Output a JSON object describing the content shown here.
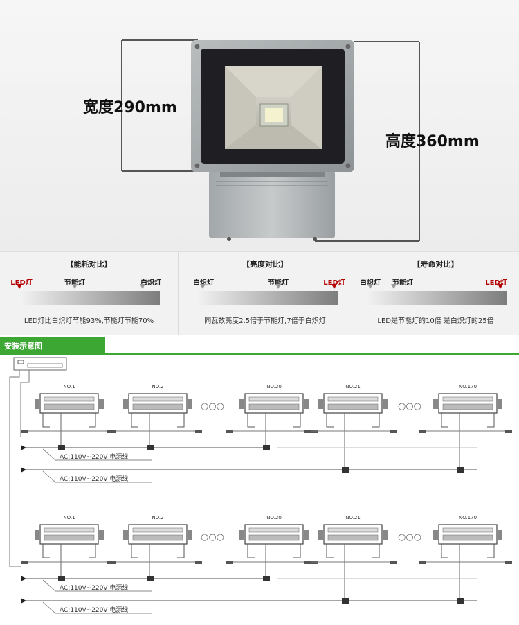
{
  "dimensions": {
    "width_label": "宽度290mm",
    "height_label": "高度360mm"
  },
  "comparisons": [
    {
      "title": "【能耗对比】",
      "labels": [
        "LED灯",
        "节能灯",
        "白炽灯"
      ],
      "note": "LED灯比白炽灯节能93%,节能灯节能70%"
    },
    {
      "title": "【亮度对比】",
      "labels": [
        "白炽灯",
        "节能灯",
        "LED灯"
      ],
      "note": "同瓦数亮度2.5倍于节能灯,7倍于白炽灯"
    },
    {
      "title": "【寿命对比】",
      "labels": [
        "白炽灯",
        "节能灯",
        "LED灯"
      ],
      "note": "LED是节能灯的10倍 是白炽灯的25倍"
    }
  ],
  "install": {
    "heading": "安装示意图",
    "lamp_numbers": [
      "NO.1",
      "NO.2",
      "NO.20",
      "NO.21",
      "NO.170"
    ],
    "power_label": "AC:110V~220V  电源线",
    "ellipsis": "○○○"
  },
  "colors": {
    "accent_green": "#3ca733",
    "led_red": "#b50000"
  }
}
